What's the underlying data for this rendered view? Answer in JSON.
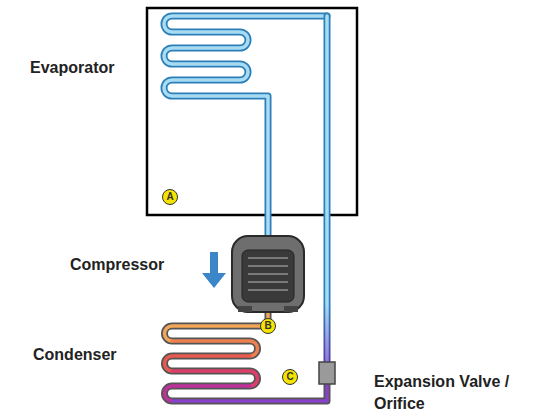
{
  "diagram": {
    "labels": [
      "Evaporator",
      "Compressor",
      "Condenser",
      "Expansion Valve / Orifice",
      "A",
      "B",
      "C"
    ]
  }
}
